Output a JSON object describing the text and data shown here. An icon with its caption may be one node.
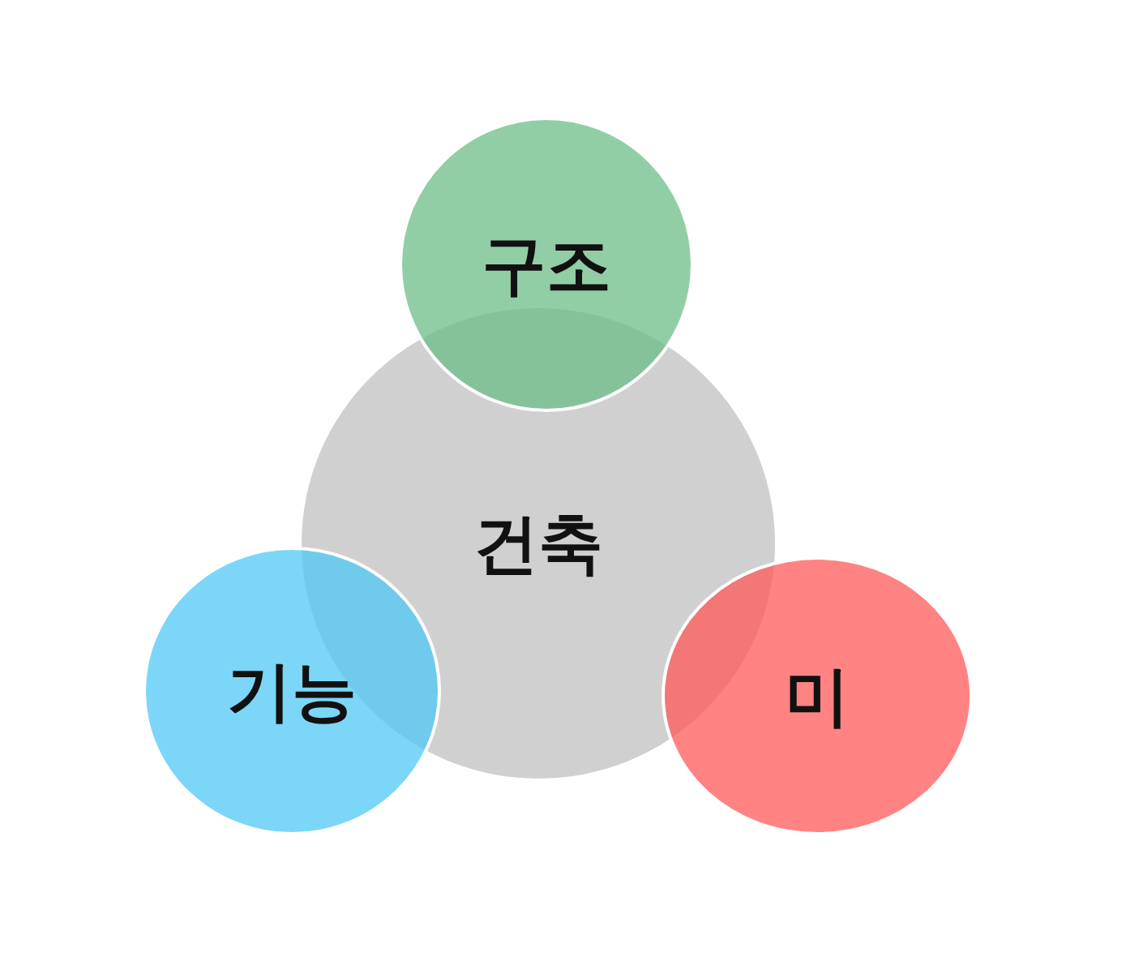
{
  "diagram": {
    "nodes": [
      {
        "text": [
          "구조"
        ]
      },
      {
        "text": [
          "건축"
        ]
      },
      {
        "text": [
          "기능"
        ]
      },
      {
        "text": [
          "미"
        ]
      }
    ]
  }
}
